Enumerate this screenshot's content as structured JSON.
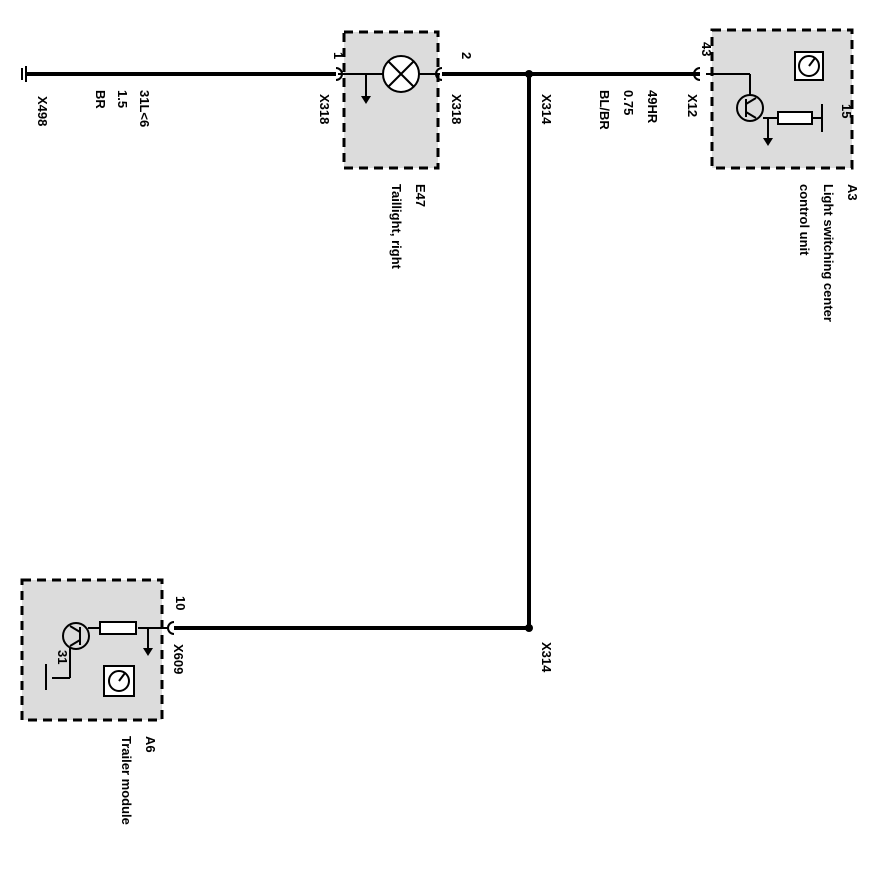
{
  "ground": {
    "connector": "X498"
  },
  "wire_left": {
    "code": "31L<6",
    "size": "1.5",
    "color": "BR"
  },
  "e47": {
    "pin_left": "1",
    "pin_right": "2",
    "conn_left": "X318",
    "conn_right": "X318",
    "id": "E47",
    "name": "Taillight, right"
  },
  "splice_top": {
    "connector": "X314"
  },
  "wire_right": {
    "code": "49HR",
    "size": "0.75",
    "color": "BL/BR"
  },
  "a3": {
    "pin": "43",
    "conn": "X12",
    "internal_pin": "15",
    "id": "A3",
    "name_line1": "Light switching center",
    "name_line2": "control unit"
  },
  "splice_bottom": {
    "connector": "X314"
  },
  "a6": {
    "pin": "10",
    "conn": "X609",
    "internal_pin": "31",
    "id": "A6",
    "name": "Trailer module"
  },
  "colors": {
    "module_fill": "#dcdcdc",
    "line": "#000000"
  }
}
